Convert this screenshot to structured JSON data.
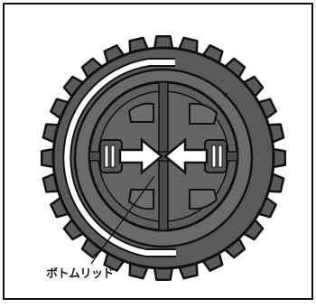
{
  "diagram": {
    "callout_label": "ボトムリッド",
    "colors": {
      "dark_gray": "#5a5a5a",
      "mid_gray": "#6e6e6e",
      "outline": "#111111",
      "highlight": "#ffffff"
    },
    "icons": [
      "tooth-gear-ring",
      "bottom-lid-disc",
      "arrow-right-icon",
      "arrow-left-icon"
    ]
  }
}
